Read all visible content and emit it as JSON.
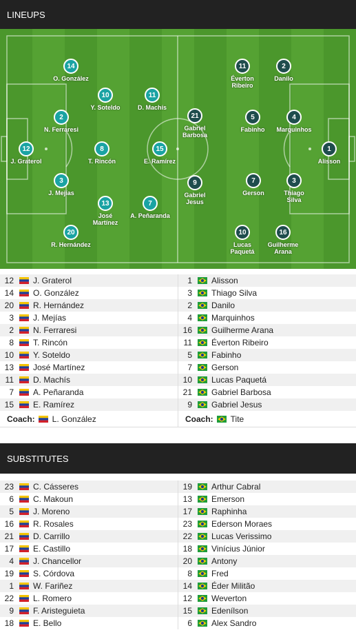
{
  "headers": {
    "lineups": "LINEUPS",
    "substitutes": "SUBSTITUTES"
  },
  "colors": {
    "home_marker": "#1aa3a3",
    "away_marker": "#1f4d4d",
    "pitch": "#4e9a2e"
  },
  "pitch": {
    "home": [
      {
        "num": "14",
        "name": "O. González"
      },
      {
        "num": "10",
        "name": "Y. Soteldo"
      },
      {
        "num": "11",
        "name": "D. Machís"
      },
      {
        "num": "2",
        "name": "N. Ferraresi"
      },
      {
        "num": "12",
        "name": "J. Graterol"
      },
      {
        "num": "8",
        "name": "T. Rincón"
      },
      {
        "num": "15",
        "name": "E. Ramírez"
      },
      {
        "num": "3",
        "name": "J. Mejías"
      },
      {
        "num": "13",
        "name": "José\nMartínez"
      },
      {
        "num": "7",
        "name": "A. Peñaranda"
      },
      {
        "num": "20",
        "name": "R. Hernández"
      }
    ],
    "away": [
      {
        "num": "11",
        "name": "Éverton\nRibeiro"
      },
      {
        "num": "2",
        "name": "Danilo"
      },
      {
        "num": "21",
        "name": "Gabriel\nBarbosa"
      },
      {
        "num": "5",
        "name": "Fabinho"
      },
      {
        "num": "4",
        "name": "Marquinhos"
      },
      {
        "num": "1",
        "name": "Alisson"
      },
      {
        "num": "9",
        "name": "Gabriel\nJesus"
      },
      {
        "num": "7",
        "name": "Gerson"
      },
      {
        "num": "3",
        "name": "Thiago\nSilva"
      },
      {
        "num": "10",
        "name": "Lucas\nPaquetá"
      },
      {
        "num": "16",
        "name": "Guilherme\nArana"
      }
    ]
  },
  "lineup": {
    "home": [
      {
        "num": "12",
        "name": "J. Graterol"
      },
      {
        "num": "14",
        "name": "O. González"
      },
      {
        "num": "20",
        "name": "R. Hernández"
      },
      {
        "num": "3",
        "name": "J. Mejías"
      },
      {
        "num": "2",
        "name": "N. Ferraresi"
      },
      {
        "num": "8",
        "name": "T. Rincón"
      },
      {
        "num": "10",
        "name": "Y. Soteldo"
      },
      {
        "num": "13",
        "name": "José Martínez"
      },
      {
        "num": "11",
        "name": "D. Machís"
      },
      {
        "num": "7",
        "name": "A. Peñaranda"
      },
      {
        "num": "15",
        "name": "E. Ramírez"
      }
    ],
    "away": [
      {
        "num": "1",
        "name": "Alisson"
      },
      {
        "num": "3",
        "name": "Thiago Silva"
      },
      {
        "num": "2",
        "name": "Danilo"
      },
      {
        "num": "4",
        "name": "Marquinhos"
      },
      {
        "num": "16",
        "name": "Guilherme Arana"
      },
      {
        "num": "11",
        "name": "Éverton Ribeiro"
      },
      {
        "num": "5",
        "name": "Fabinho"
      },
      {
        "num": "7",
        "name": "Gerson"
      },
      {
        "num": "10",
        "name": "Lucas Paquetá"
      },
      {
        "num": "21",
        "name": "Gabriel Barbosa"
      },
      {
        "num": "9",
        "name": "Gabriel Jesus"
      }
    ],
    "coach_label": "Coach:",
    "home_coach": "L. González",
    "away_coach": "Tite"
  },
  "substitutes": {
    "home": [
      {
        "num": "23",
        "name": "C. Cásseres"
      },
      {
        "num": "6",
        "name": "C. Makoun"
      },
      {
        "num": "5",
        "name": "J. Moreno"
      },
      {
        "num": "16",
        "name": "R. Rosales"
      },
      {
        "num": "21",
        "name": "D. Carrillo"
      },
      {
        "num": "17",
        "name": "E. Castillo"
      },
      {
        "num": "4",
        "name": "J. Chancellor"
      },
      {
        "num": "19",
        "name": "S. Córdova"
      },
      {
        "num": "1",
        "name": "W. Fariñez"
      },
      {
        "num": "22",
        "name": "L. Romero"
      },
      {
        "num": "9",
        "name": "F. Aristeguieta"
      },
      {
        "num": "18",
        "name": "E. Bello"
      }
    ],
    "away": [
      {
        "num": "19",
        "name": "Arthur Cabral"
      },
      {
        "num": "13",
        "name": "Emerson"
      },
      {
        "num": "17",
        "name": "Raphinha"
      },
      {
        "num": "23",
        "name": "Ederson Moraes"
      },
      {
        "num": "22",
        "name": "Lucas Verissimo"
      },
      {
        "num": "18",
        "name": "Vinícius Júnior"
      },
      {
        "num": "20",
        "name": "Antony"
      },
      {
        "num": "8",
        "name": "Fred"
      },
      {
        "num": "14",
        "name": "Éder Militão"
      },
      {
        "num": "12",
        "name": "Weverton"
      },
      {
        "num": "15",
        "name": "Edenílson"
      },
      {
        "num": "6",
        "name": "Alex Sandro"
      }
    ]
  }
}
